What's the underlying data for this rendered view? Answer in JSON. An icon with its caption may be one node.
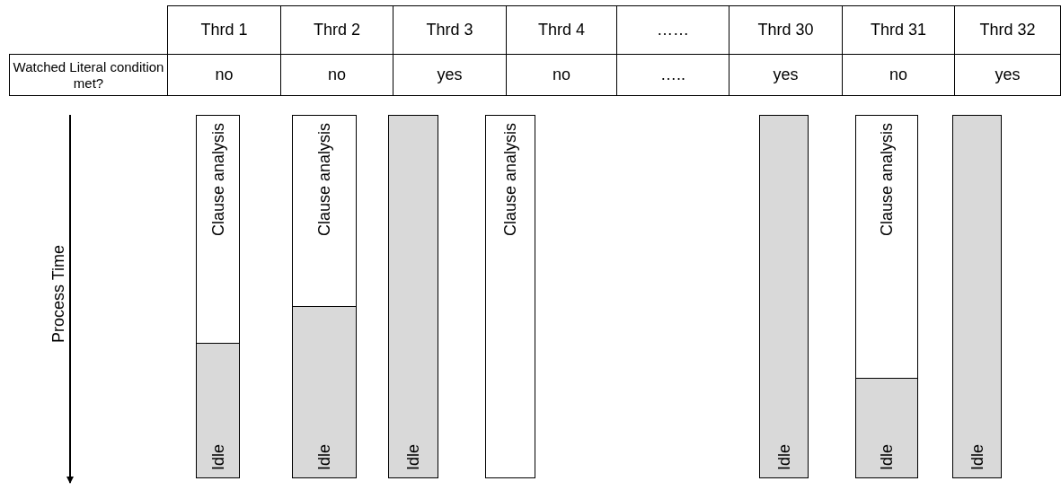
{
  "diagram": {
    "nodes": [
      {
        "text": [
          "Clause analysis"
        ]
      },
      {
        "text": [
          "Idle"
        ]
      },
      {
        "text": [
          "Clause analysis"
        ]
      },
      {
        "text": [
          "Idle"
        ]
      },
      {
        "text": [
          "Idle"
        ]
      },
      {
        "text": [
          "Clause analysis"
        ]
      },
      {
        "text": [
          "Idle"
        ]
      },
      {
        "text": [
          "Clause analysis"
        ]
      },
      {
        "text": [
          "Idle"
        ]
      },
      {
        "text": [
          "Idle"
        ]
      }
    ],
    "labels": [
      "Thrd 1",
      "Thrd 2",
      "Thrd 3",
      "Thrd 4",
      "……",
      "Thrd 30",
      "Thrd 31",
      "Thrd 32",
      "Watched Literal condition met?",
      "no",
      "no",
      "yes",
      "no",
      "…..",
      "yes",
      "no",
      "yes",
      "Process Time"
    ]
  }
}
